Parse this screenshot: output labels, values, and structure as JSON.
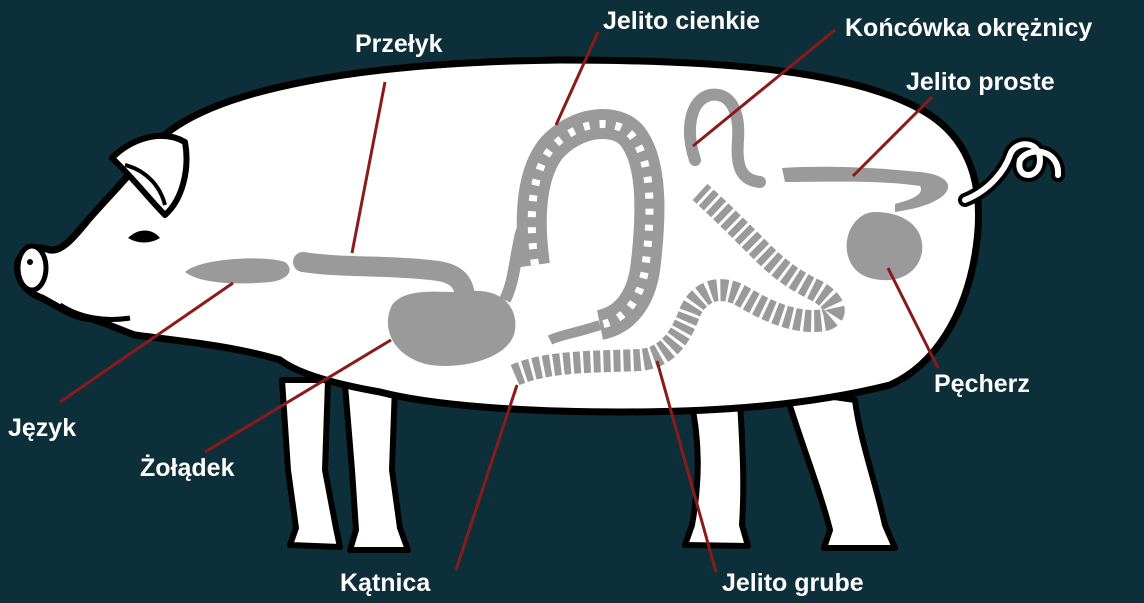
{
  "colors": {
    "background": "#0d2f3a",
    "body": "#ffffff",
    "outline": "#000000",
    "organ": "#9a9a9a",
    "leader_line": "#8b1a1a",
    "label_text": "#ffffff"
  },
  "labels": {
    "przelyk": "Przełyk",
    "jelito_cienkie": "Jelito cienkie",
    "koncowka_okreznicy": "Końcówka okrężnicy",
    "jelito_proste": "Jelito proste",
    "jezyk": "Język",
    "zoladek": "Żołądek",
    "katnica": "Kątnica",
    "jelito_grube": "Jelito grube",
    "pecherz": "Pęcherz"
  }
}
